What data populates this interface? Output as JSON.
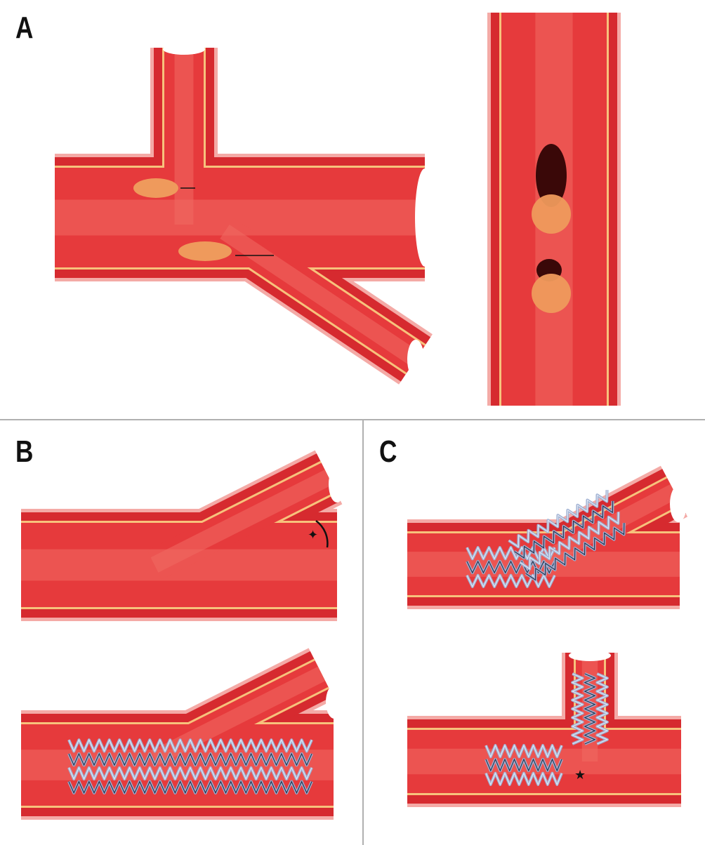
{
  "panels": {
    "a": {
      "label": "A"
    },
    "b": {
      "label": "B"
    },
    "c": {
      "label": "C"
    }
  },
  "colors": {
    "wall_outer": "#f4aaa6",
    "wall": "#d62a2f",
    "intima": "#f7c27c",
    "lumen": "#e63a3c",
    "lumen_highlight": "#f06a62",
    "plaque": "#ef9a5c",
    "ostium": "#3a0808",
    "stent": "#9fb0d2",
    "stent_dark": "#2a3550"
  }
}
